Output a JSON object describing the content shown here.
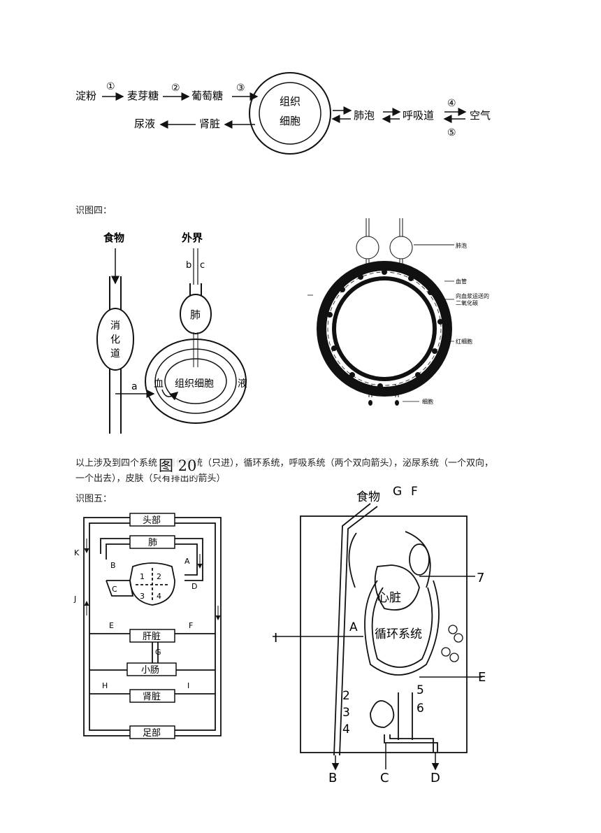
{
  "flow_diagram": {
    "starch": "淀粉",
    "maltose": "麦芽糖",
    "glucose": "葡萄糖",
    "cell_line1": "组织",
    "cell_line2": "细胞",
    "urine": "尿液",
    "kidney": "肾脏",
    "alveoli": "肺泡",
    "airway": "呼吸道",
    "air": "空气",
    "step1": "①",
    "step2": "②",
    "step3": "③",
    "step4": "④",
    "step5": "⑤"
  },
  "caption4": "识图四：",
  "fig4_left": {
    "food": "食物",
    "outside": "外界",
    "b": "b",
    "c": "c",
    "tract1": "消",
    "tract2": "化",
    "tract3": "道",
    "lung": "肺",
    "a": "a",
    "blood": "血",
    "tissue": "组织细胞",
    "fluid": "液"
  },
  "fig4_right": {
    "alveolus": "肺泡",
    "vessel": "血管",
    "co2_line1": "向血浆运送的",
    "co2_line2": "二氧化碳",
    "rbc": "红细胞",
    "cell": "细胞"
  },
  "fig20": "图 20",
  "summary_line1": "以上涉及到四个系统：消化系统（只进），循环系统，呼吸系统（两个双向箭头），泌尿系统（一个双向，",
  "summary_line2": "一个出去），皮肤（只有排出的箭头）",
  "caption5": "识图五：",
  "fig5_left": {
    "head": "头部",
    "lung": "肺",
    "liver": "肝脏",
    "intestine": "小肠",
    "kidney": "肾脏",
    "foot": "足部",
    "K": "K",
    "J": "J",
    "A": "A",
    "B": "B",
    "C": "C",
    "D": "D",
    "E": "E",
    "F": "F",
    "G": "G",
    "H": "H",
    "I": "I",
    "n1": "1",
    "n2": "2",
    "n3": "3",
    "n4": "4"
  },
  "fig5_right": {
    "food": "食物",
    "G": "G",
    "F": "F",
    "heart": "心脏",
    "circ": "循环系统",
    "A": "A",
    "I": "I",
    "E": "E",
    "n2": "2",
    "n3": "3",
    "n4": "4",
    "n5": "5",
    "n6": "6",
    "n7": "7",
    "B": "B",
    "C": "C",
    "D": "D"
  }
}
